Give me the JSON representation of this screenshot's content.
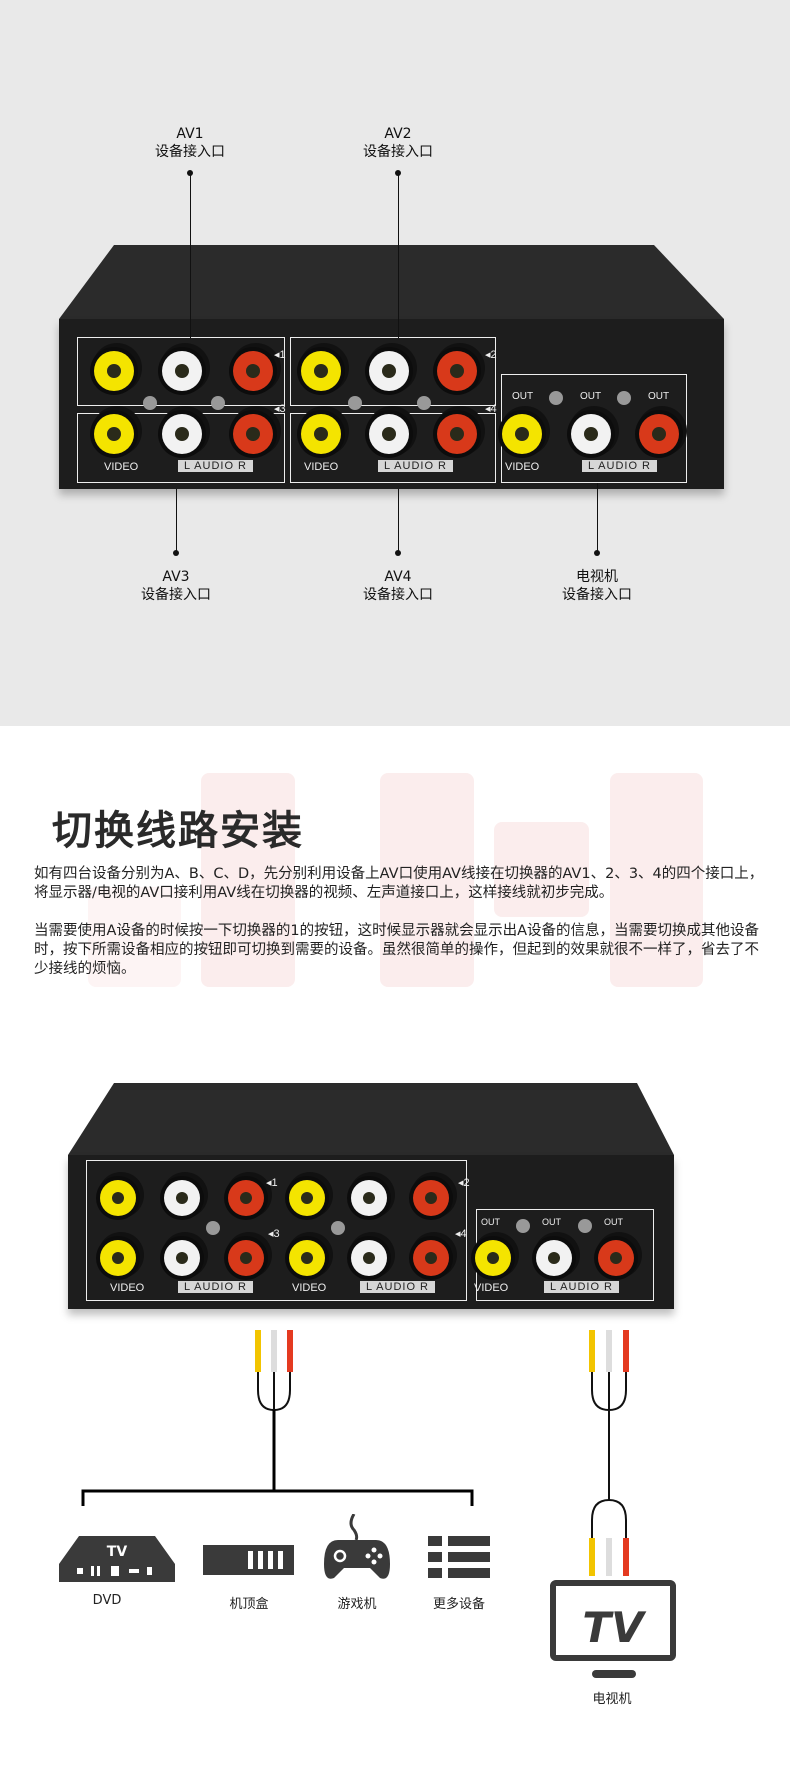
{
  "diagram1": {
    "av1": {
      "name": "AV1",
      "sub": "设备接入口"
    },
    "av2": {
      "name": "AV2",
      "sub": "设备接入口"
    },
    "av3": {
      "name": "AV3",
      "sub": "设备接入口"
    },
    "av4": {
      "name": "AV4",
      "sub": "设备接入口"
    },
    "tv": {
      "name": "电视机",
      "sub": "设备接入口"
    },
    "port_numbers": [
      "◂1",
      "◂2",
      "◂3",
      "◂4"
    ],
    "video_label": "VIDEO",
    "audio_label": "L  AUDIO  R",
    "out_label": "OUT"
  },
  "section": {
    "title": "切换线路安装",
    "para1": "如有四台设备分别为A、B、C、D，先分别利用设备上AV口使用AV线接在切换器的AV1、2、3、4的四个接口上，将显示器/电视的AV口接利用AV线在切换器的视频、左声道接口上，这样接线就初步完成。",
    "para2": "当需要使用A设备的时候按一下切换器的1的按钮，这时候显示器就会显示出A设备的信息，当需要切换成其他设备时，按下所需设备相应的按钮即可切换到需要的设备。虽然很简单的操作，但起到的效果就很不一样了，省去了不少接线的烦恼。"
  },
  "diagram2": {
    "devices": [
      {
        "label": "DVD",
        "icon_text": "TV"
      },
      {
        "label": "机顶盒"
      },
      {
        "label": "游戏机"
      },
      {
        "label": "更多设备"
      }
    ],
    "tv": {
      "label": "电视机",
      "icon_text": "TV"
    }
  },
  "colors": {
    "yellow": "#f4e400",
    "white": "#f2f2f2",
    "red": "#d8391a"
  }
}
